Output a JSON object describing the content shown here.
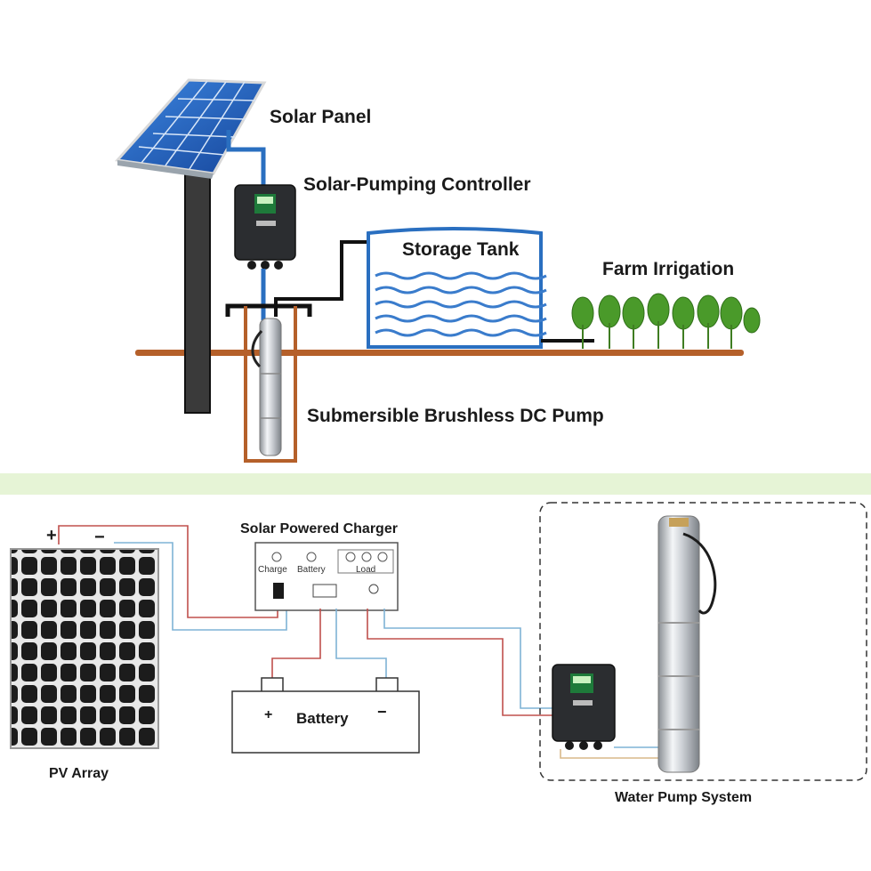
{
  "top": {
    "labels": {
      "solar_panel": "Solar Panel",
      "controller": "Solar-Pumping Controller",
      "storage_tank": "Storage Tank",
      "farm_irrigation": "Farm Irrigation",
      "pump": "Submersible Brushless DC Pump"
    }
  },
  "bottom": {
    "labels": {
      "charger": "Solar Powered Charger",
      "pv_array": "PV Array",
      "battery": "Battery",
      "water_pump_system": "Water Pump System"
    },
    "charger_indicators": {
      "charge": "Charge",
      "battery": "Battery",
      "load": "Load"
    },
    "polarity": {
      "plus": "+",
      "minus": "−"
    }
  },
  "colors": {
    "band": "#e6f4d6",
    "ground": "#b5602a",
    "water": "#2a6fc0",
    "wire_red": "#c0504d",
    "wire_blue": "#7fb3d5",
    "wire_tan": "#d9b98a",
    "panel_blue": "#1f5fbf",
    "plant": "#4a9a2a"
  }
}
